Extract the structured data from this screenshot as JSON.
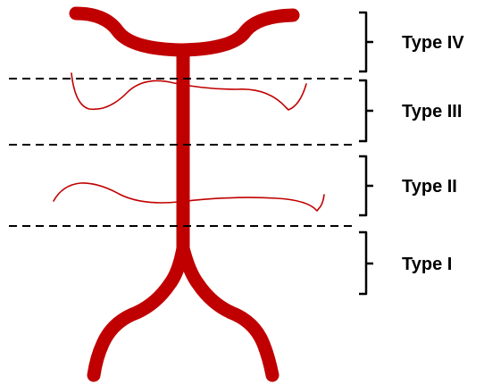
{
  "colors": {
    "vessel": "#c00000",
    "line": "#000000",
    "background": "#ffffff"
  },
  "labels": {
    "type_iv": "Type IV",
    "type_iii": "Type III",
    "type_ii": "Type II",
    "type_i": "Type I"
  }
}
